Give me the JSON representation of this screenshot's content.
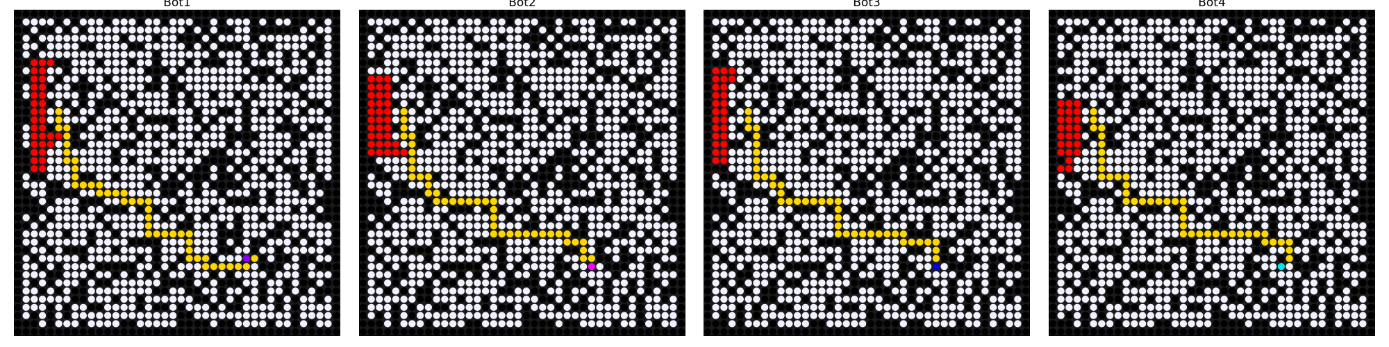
{
  "panels": [
    {
      "title": "Bot1",
      "bot_color": "#8b00ff"
    },
    {
      "title": "Bot2",
      "bot_color": "#ff00ff"
    },
    {
      "title": "Bot3",
      "bot_color": "#0000dd"
    },
    {
      "title": "Bot4",
      "bot_color": "#00e5ee"
    }
  ],
  "colors": {
    "background": "#1a1a1a",
    "blocked_cell": "#000000",
    "open_cell": "#f2f2ff",
    "path": "#ffd700",
    "fire": "#ff0000"
  }
}
